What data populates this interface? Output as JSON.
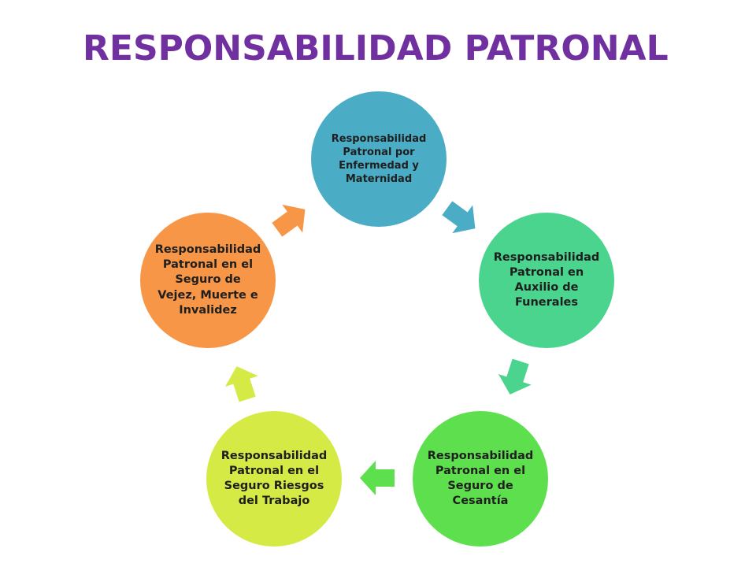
{
  "title": "RESPONSABILIDAD PATRONAL",
  "colors": {
    "title": "#7030a0",
    "node_1": "#4bacc6",
    "node_2": "#4bd48e",
    "node_3": "#5ee04e",
    "node_4": "#d5ea45",
    "node_5": "#f79646",
    "arrow_1": "#4bacc6",
    "arrow_2": "#4bd48e",
    "arrow_3": "#5ee04e",
    "arrow_4": "#d5ea45",
    "arrow_5": "#f79646"
  },
  "nodes": [
    {
      "label": "Responsabilidad Patronal por Enfermedad y Maternidad"
    },
    {
      "label": "Responsabilidad Patronal en Auxilio de Funerales"
    },
    {
      "label": "Responsabilidad Patronal en el Seguro de Cesantía"
    },
    {
      "label": "Responsabilidad Patronal en el Seguro Riesgos del Trabajo"
    },
    {
      "label": "Responsabilidad Patronal en el Seguro de Vejez, Muerte e Invalidez"
    }
  ]
}
